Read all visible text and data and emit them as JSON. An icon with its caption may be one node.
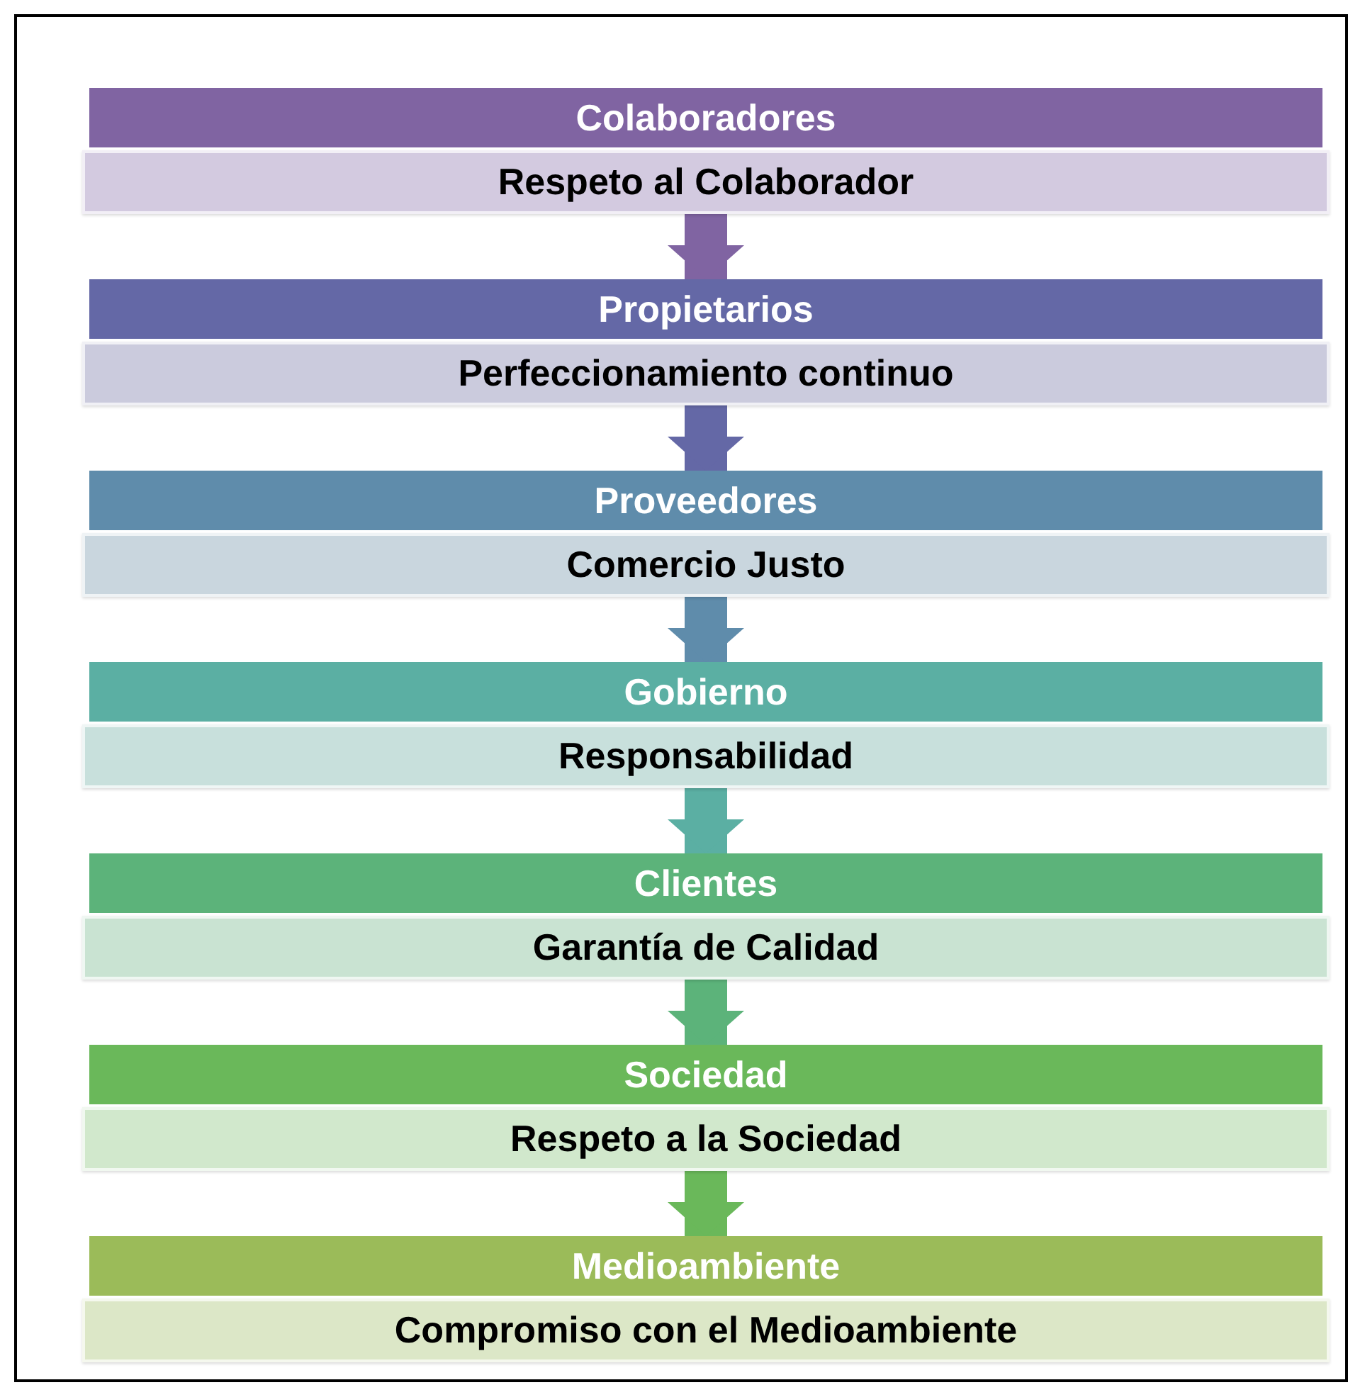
{
  "diagram": {
    "nodes": [
      {
        "text": [
          "Colaboradores"
        ]
      },
      {
        "text": [
          "Respeto al Colaborador"
        ]
      },
      {
        "text": [
          "Propietarios"
        ]
      },
      {
        "text": [
          "Perfeccionamiento continuo"
        ]
      },
      {
        "text": [
          "Proveedores"
        ]
      },
      {
        "text": [
          "Comercio Justo"
        ]
      },
      {
        "text": [
          "Gobierno"
        ]
      },
      {
        "text": [
          "Responsabilidad"
        ]
      },
      {
        "text": [
          "Clientes"
        ]
      },
      {
        "text": [
          "Garantía de Calidad"
        ]
      },
      {
        "text": [
          "Sociedad"
        ]
      },
      {
        "text": [
          "Respeto a la Sociedad"
        ]
      },
      {
        "text": [
          "Medioambiente"
        ]
      },
      {
        "text": [
          "Compromiso con el Medioambiente"
        ]
      }
    ],
    "edges": [
      {
        "from": 1,
        "to": 2,
        "arrow": "to",
        "color": "#8064a2"
      },
      {
        "from": 3,
        "to": 4,
        "arrow": "to",
        "color": "#6468a6"
      },
      {
        "from": 5,
        "to": 6,
        "arrow": "to",
        "color": "#5f8cab"
      },
      {
        "from": 7,
        "to": 8,
        "arrow": "to",
        "color": "#5bafa3"
      },
      {
        "from": 9,
        "to": 10,
        "arrow": "to",
        "color": "#5cb37a"
      },
      {
        "from": 11,
        "to": 12,
        "arrow": "to",
        "color": "#6ab85a"
      }
    ]
  }
}
